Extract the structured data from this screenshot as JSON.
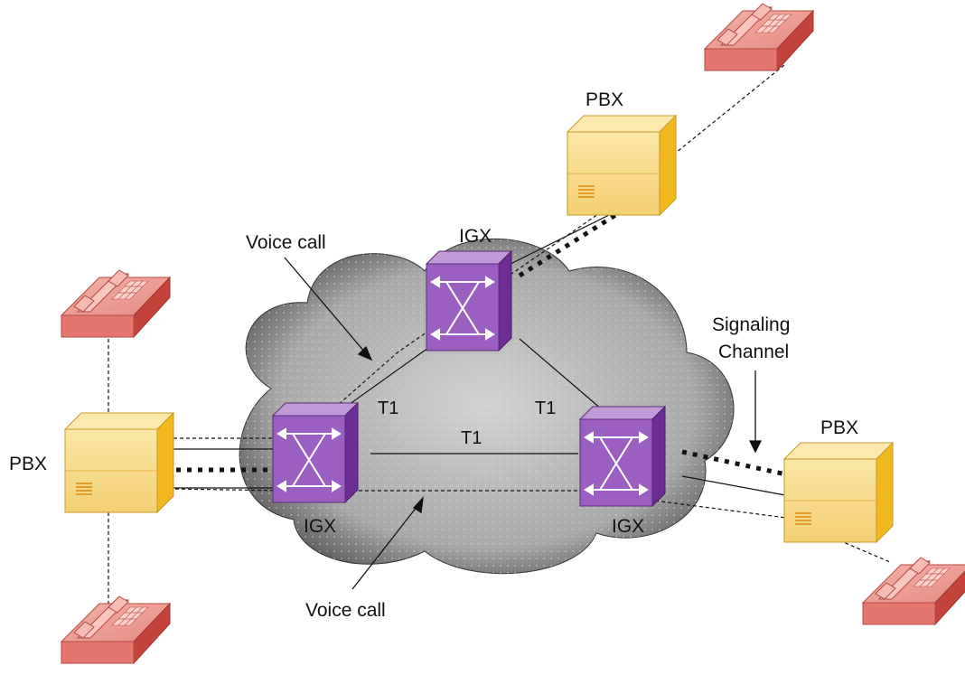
{
  "diagram": {
    "labels": {
      "pbx_left": "PBX",
      "pbx_top": "PBX",
      "pbx_right": "PBX",
      "igx_top": "IGX",
      "igx_left": "IGX",
      "igx_right": "IGX",
      "voice_call_top": "Voice call",
      "voice_call_bottom": "Voice call",
      "signaling_line1": "Signaling",
      "signaling_line2": "Channel",
      "t1_left": "T1",
      "t1_right": "T1",
      "t1_middle": "T1"
    },
    "colors": {
      "cloud": "#b9b9b9",
      "igx_switch": "#9b59c0",
      "pbx_box": "#f5d27a",
      "telephone": "#e87b74"
    }
  }
}
